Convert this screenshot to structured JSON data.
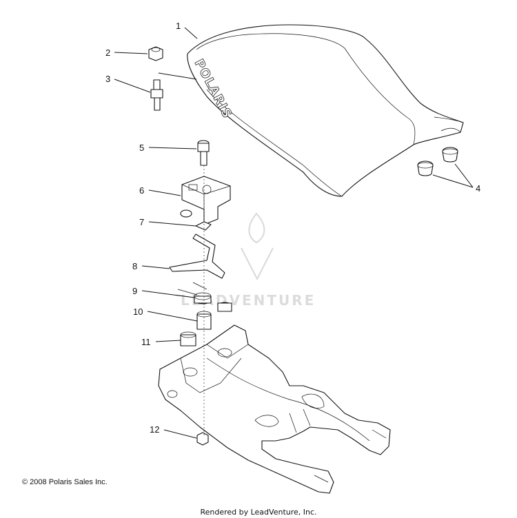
{
  "diagram": {
    "callouts": [
      "1",
      "2",
      "3",
      "4",
      "5",
      "6",
      "7",
      "8",
      "9",
      "10",
      "11",
      "12"
    ],
    "watermark": "LEADVENTURE",
    "seat_brand": "POLARIS"
  },
  "footer": {
    "copyright": "© 2008 Polaris Sales Inc.",
    "rendered_by": "Rendered by LeadVenture, Inc."
  }
}
